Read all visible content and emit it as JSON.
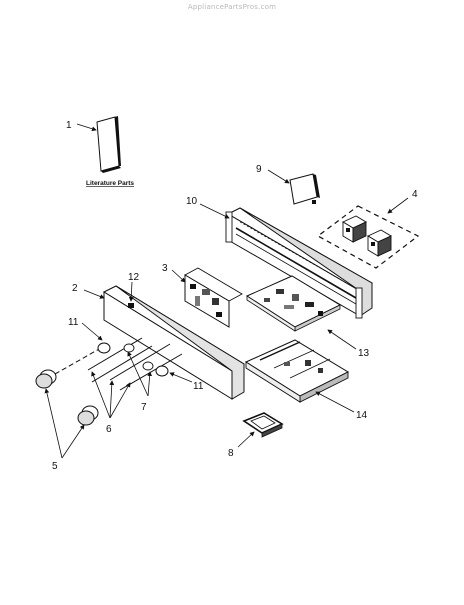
{
  "watermark": "AppliancePartsPros.com",
  "literature_label": "Literature Parts",
  "callouts": {
    "c1": "1",
    "c2": "2",
    "c3": "3",
    "c4": "4",
    "c5": "5",
    "c6": "6",
    "c7": "7",
    "c8": "8",
    "c9": "9",
    "c10": "10",
    "c11a": "11",
    "c11b": "11",
    "c12": "12",
    "c13": "13",
    "c14": "14"
  }
}
